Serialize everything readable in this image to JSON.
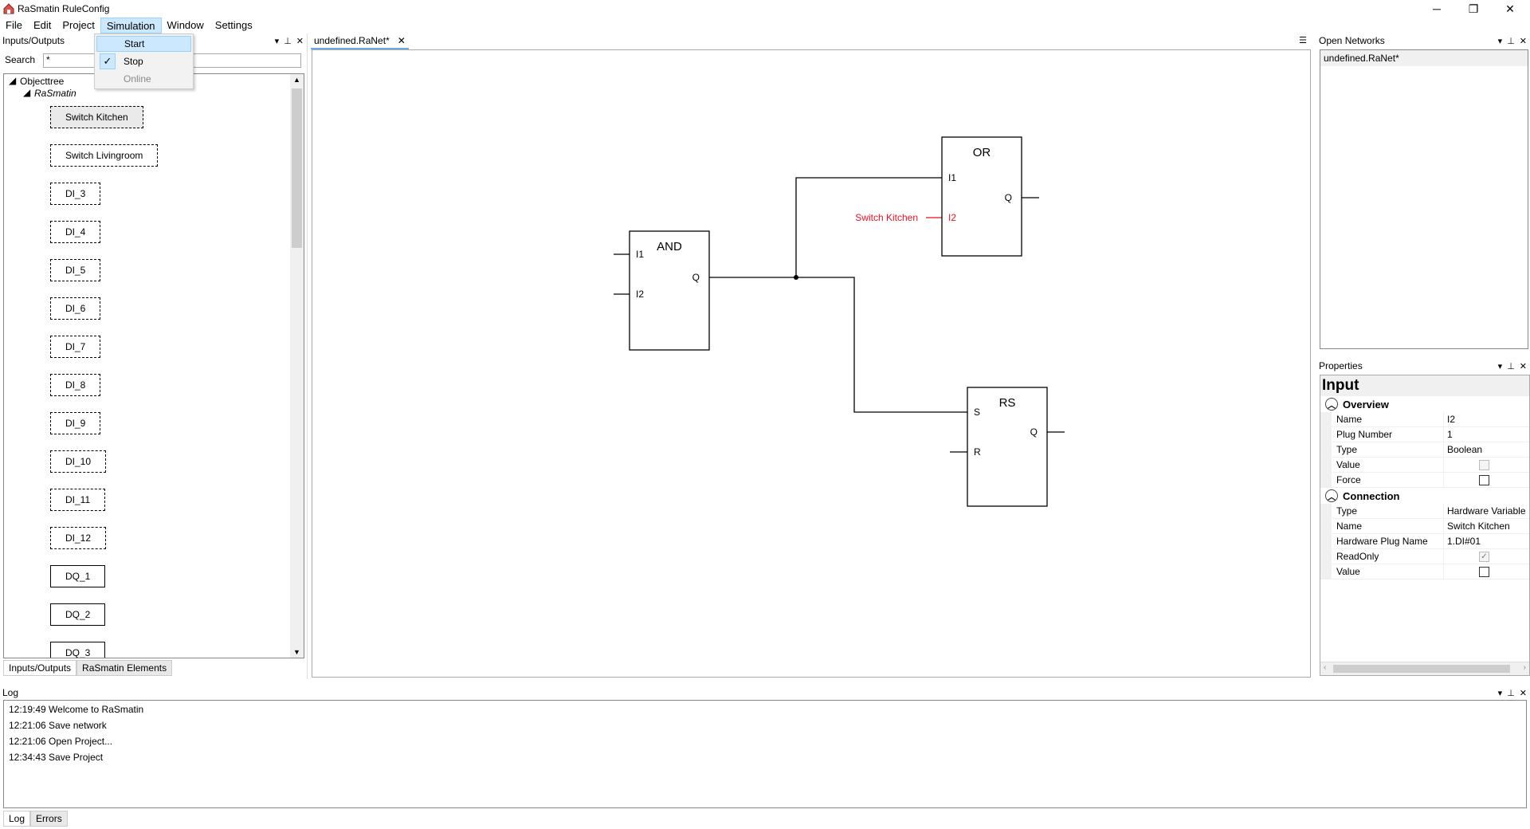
{
  "window": {
    "title": "RaSmatin RuleConfig",
    "minimize": "─",
    "maximize": "❐",
    "close": "✕"
  },
  "menu": [
    "File",
    "Edit",
    "Project",
    "Simulation",
    "Window",
    "Settings"
  ],
  "sim_menu": {
    "start": "Start",
    "stop": "Stop",
    "online": "Online",
    "check": "✓"
  },
  "left": {
    "header": "Inputs/Outputs",
    "search_label": "Search",
    "search_value": "*",
    "tree_root": "Objecttree",
    "tree_child": "RaSmatin",
    "items": [
      "Switch Kitchen",
      "Switch Livingroom",
      "DI_3",
      "DI_4",
      "DI_5",
      "DI_6",
      "DI_7",
      "DI_8",
      "DI_9",
      "DI_10",
      "DI_11",
      "DI_12",
      "DQ_1",
      "DQ_2",
      "DQ_3"
    ],
    "tabs": [
      "Inputs/Outputs",
      "RaSmatin Elements"
    ]
  },
  "editor": {
    "tab": "undefined.RaNet*",
    "blocks": {
      "and": {
        "title": "AND",
        "i1": "I1",
        "i2": "I2",
        "q": "Q"
      },
      "or": {
        "title": "OR",
        "i1": "I1",
        "i2": "I2",
        "q": "Q"
      },
      "rs": {
        "title": "RS",
        "s": "S",
        "r": "R",
        "q": "Q"
      }
    },
    "connection_label": "Switch Kitchen",
    "connection_color": "#e81123"
  },
  "networks": {
    "header": "Open Networks",
    "items": [
      "undefined.RaNet*"
    ]
  },
  "properties": {
    "header": "Properties",
    "title": "Input",
    "overview": {
      "label": "Overview",
      "rows": [
        {
          "name": "Name",
          "value": "I2"
        },
        {
          "name": "Plug Number",
          "value": "1"
        },
        {
          "name": "Type",
          "value": "Boolean"
        },
        {
          "name": "Value",
          "value": ""
        },
        {
          "name": "Force",
          "value": ""
        }
      ]
    },
    "connection": {
      "label": "Connection",
      "rows": [
        {
          "name": "Type",
          "value": "Hardware Variable"
        },
        {
          "name": "Name",
          "value": "Switch Kitchen"
        },
        {
          "name": "Hardware Plug Name",
          "value": "1.DI#01"
        },
        {
          "name": "ReadOnly",
          "value": "✓"
        },
        {
          "name": "Value",
          "value": ""
        }
      ]
    }
  },
  "log": {
    "header": "Log",
    "entries": [
      "12:19:49 Welcome to RaSmatin",
      "12:21:06 Save network",
      "12:21:06 Open Project...",
      "12:34:43 Save Project"
    ],
    "tabs": [
      "Log",
      "Errors"
    ]
  },
  "icons": {
    "pin": "pin-icon",
    "close": "close-icon",
    "dropdown": "dropdown-icon",
    "collapse": "chevron-up-icon"
  }
}
